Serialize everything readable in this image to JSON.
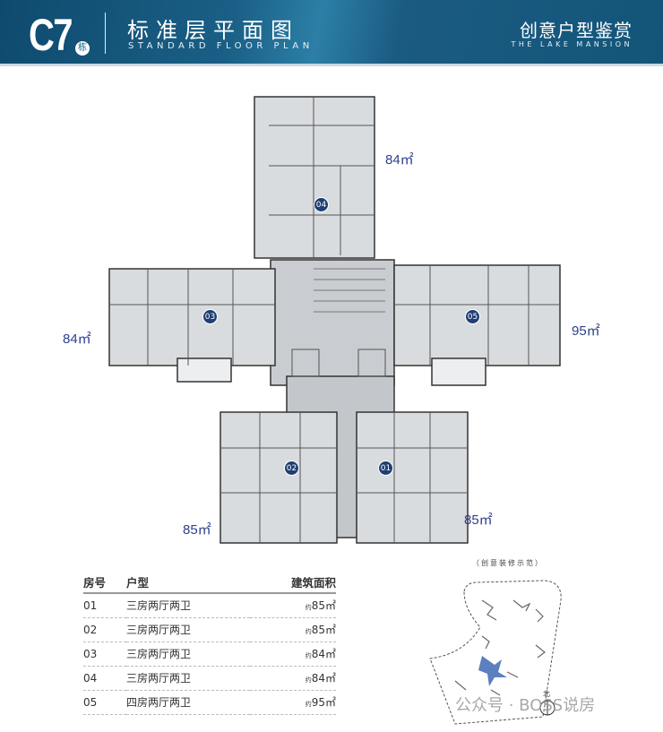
{
  "header": {
    "building": "C7",
    "building_suffix": "栋",
    "title_cn": "标准层平面图",
    "title_en": "STANDARD FLOOR PLAN",
    "brand_cn": "创意户型鉴赏",
    "brand_en": "THE LAKE MANSION"
  },
  "plan": {
    "units": [
      {
        "id": "04",
        "area": "84㎡"
      },
      {
        "id": "03",
        "area": "84㎡"
      },
      {
        "id": "05",
        "area": "95㎡"
      },
      {
        "id": "02",
        "area": "85㎡"
      },
      {
        "id": "01",
        "area": "85㎡"
      }
    ]
  },
  "table": {
    "headers": [
      "房号",
      "户型",
      "建筑面积"
    ],
    "approx": "约",
    "rows": [
      {
        "no": "01",
        "type": "三房两厅两卫",
        "area": "85㎡"
      },
      {
        "no": "02",
        "type": "三房两厅两卫",
        "area": "85㎡"
      },
      {
        "no": "03",
        "type": "三房两厅两卫",
        "area": "84㎡"
      },
      {
        "no": "04",
        "type": "三房两厅两卫",
        "area": "84㎡"
      },
      {
        "no": "05",
        "type": "四房两厅两卫",
        "area": "95㎡"
      }
    ]
  },
  "site_map": {
    "note": "（创意装修示范）",
    "north": "北",
    "highlight_color": "#5b7fbf"
  },
  "watermark": "公众号 · BOSS说房",
  "colors": {
    "banner": "#1a5f86",
    "badge": "#1f3e73",
    "area_text": "#2c3f8e"
  }
}
